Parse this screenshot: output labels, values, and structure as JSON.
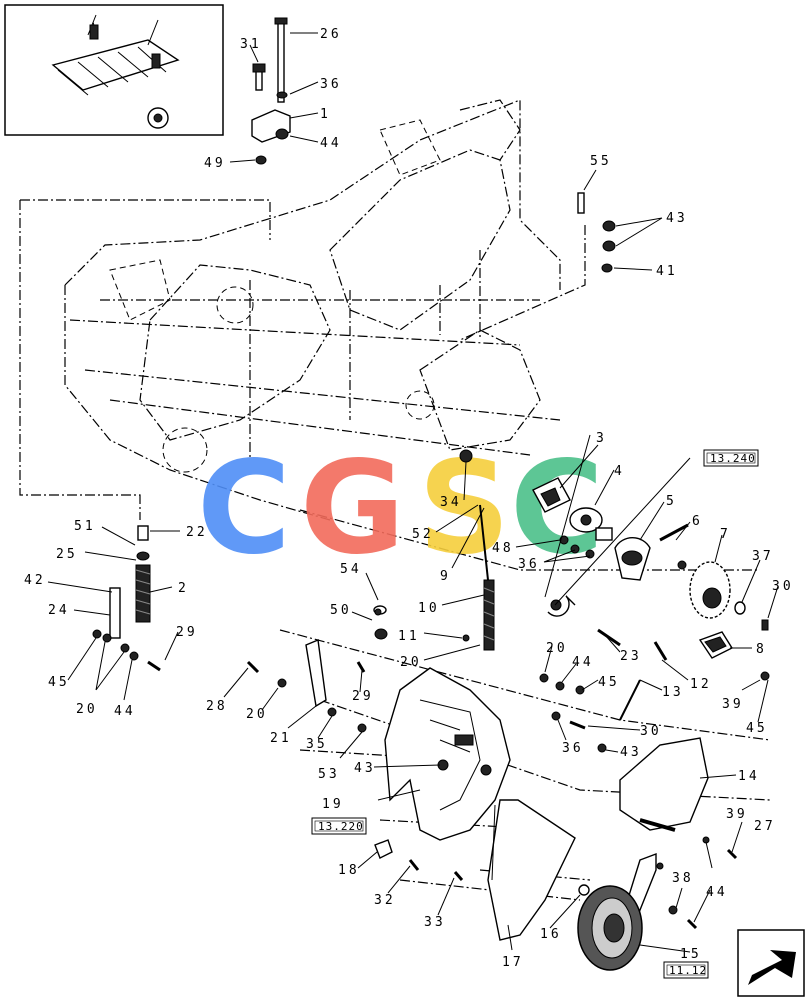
{
  "diagram": {
    "callouts": [
      "26",
      "31",
      "36",
      "1",
      "44",
      "49",
      "55",
      "43",
      "41",
      "3",
      "4",
      "5",
      "6",
      "7",
      "37",
      "30",
      "8",
      "22",
      "51",
      "25",
      "2",
      "42",
      "24",
      "29",
      "45",
      "20",
      "44",
      "34",
      "52",
      "48",
      "36",
      "9",
      "54",
      "10",
      "50",
      "11",
      "20",
      "23",
      "12",
      "13",
      "20",
      "44",
      "45",
      "28",
      "20",
      "21",
      "29",
      "35",
      "53",
      "43",
      "30",
      "36",
      "43",
      "39",
      "45",
      "14",
      "19",
      "18",
      "32",
      "33",
      "17",
      "16",
      "38",
      "44",
      "39",
      "27",
      "15"
    ],
    "references": [
      "13.240",
      "13.220",
      "11.12"
    ],
    "watermark": [
      "C",
      "G",
      "S",
      "C"
    ],
    "watermark_colors": [
      "#4f8ef7",
      "#f26b5b",
      "#f6cf3d",
      "#4cc08a"
    ]
  }
}
